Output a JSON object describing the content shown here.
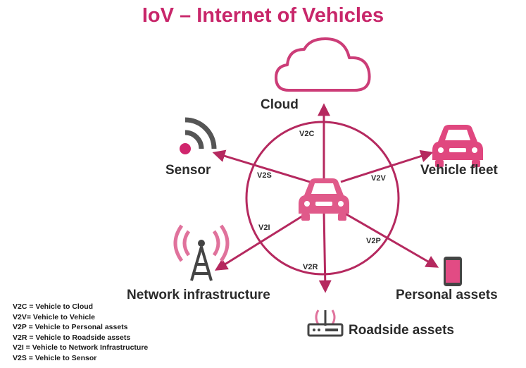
{
  "title": "IoV – Internet of Vehicles",
  "nodes": {
    "cloud": "Cloud",
    "sensor": "Sensor",
    "vehicle_fleet": "Vehicle fleet",
    "network_infrastructure": "Network infrastructure",
    "personal_assets": "Personal assets",
    "roadside_assets": "Roadside assets"
  },
  "links": {
    "v2c": "V2C",
    "v2s": "V2S",
    "v2v": "V2V",
    "v2i": "V2I",
    "v2p": "V2P",
    "v2r": "V2R"
  },
  "legend": [
    "V2C = Vehicle to Cloud",
    "V2V= Vehicle to Vehicle",
    "V2P = Vehicle to Personal assets",
    "V2R = Vehicle to Roadside assets",
    "V2I = Vehicle to Network Infrastructure",
    "V2S = Vehicle to Sensor"
  ],
  "colors": {
    "accent": "#c8266a",
    "car": "#e05a8a",
    "icon_gray": "#555555",
    "text": "#2b2b2b"
  },
  "icons": [
    "cloud-icon",
    "wifi-signal-icon",
    "car-icon",
    "antenna-tower-icon",
    "smartphone-icon",
    "router-icon"
  ]
}
